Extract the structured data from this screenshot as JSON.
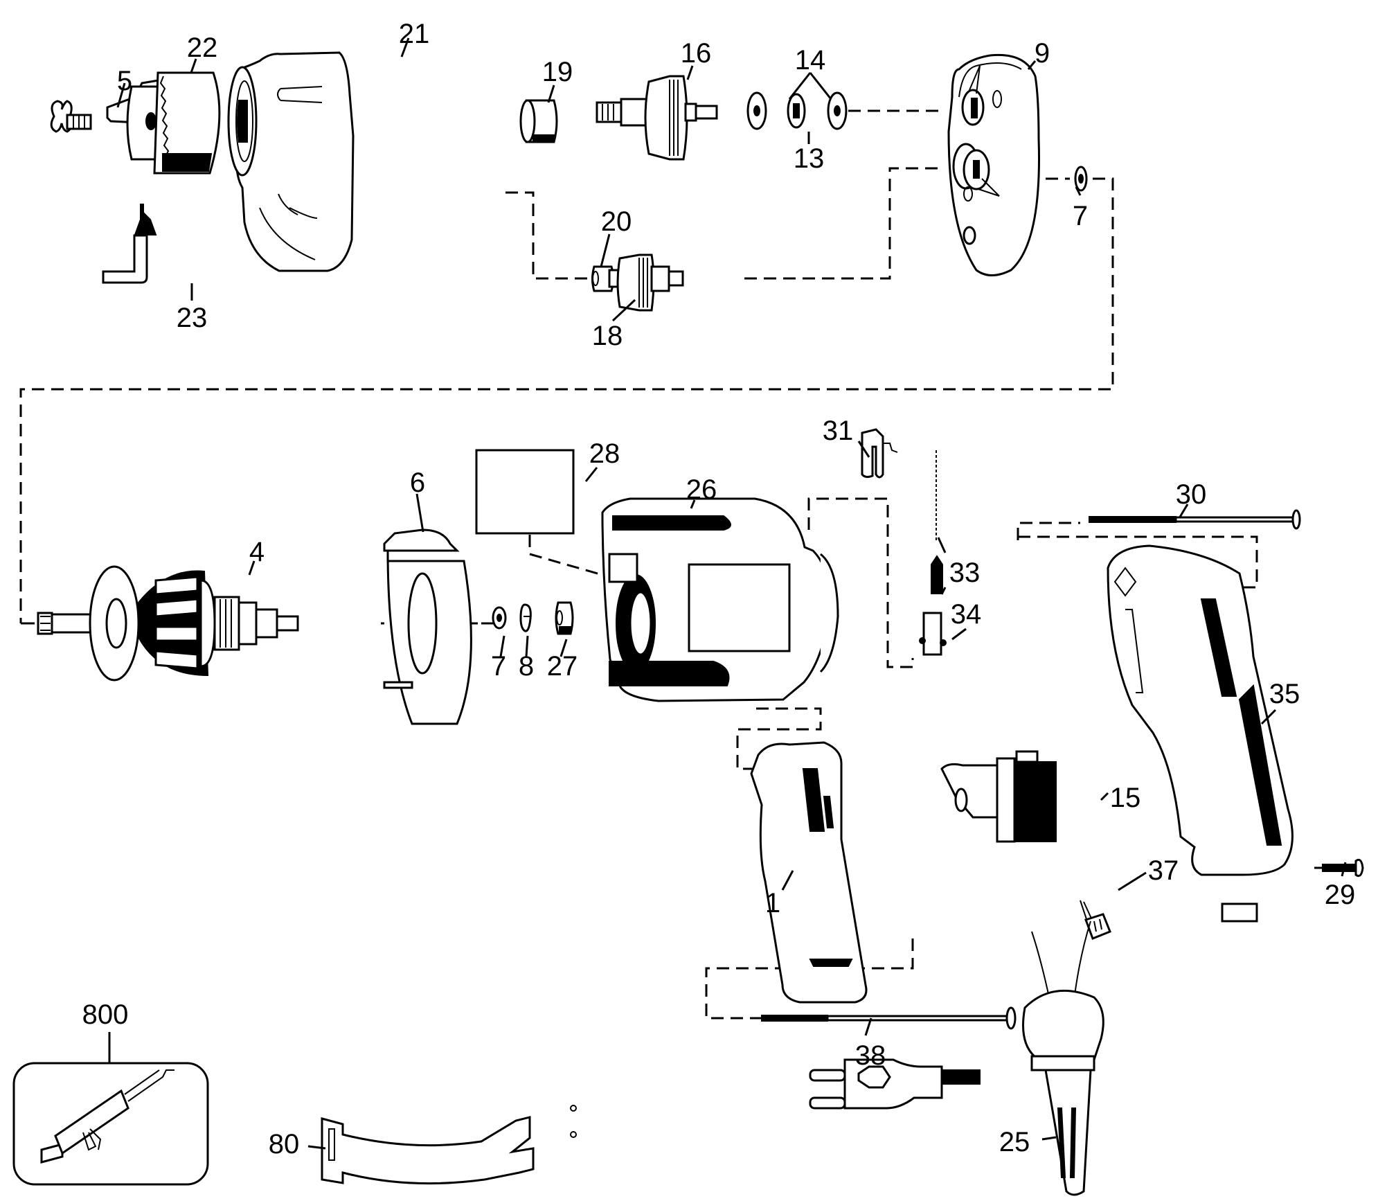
{
  "diagram": {
    "type": "exploded-parts-diagram",
    "subject": "power drill",
    "colors": {
      "ink": "#000000",
      "background": "#ffffff"
    },
    "parts": [
      {
        "id": "p5",
        "number": "5"
      },
      {
        "id": "p22",
        "number": "22"
      },
      {
        "id": "p21",
        "number": "21"
      },
      {
        "id": "p19",
        "number": "19"
      },
      {
        "id": "p16",
        "number": "16"
      },
      {
        "id": "p14",
        "number": "14"
      },
      {
        "id": "p13",
        "number": "13"
      },
      {
        "id": "p9",
        "number": "9"
      },
      {
        "id": "p7a",
        "number": "7"
      },
      {
        "id": "p23",
        "number": "23"
      },
      {
        "id": "p20",
        "number": "20"
      },
      {
        "id": "p18",
        "number": "18"
      },
      {
        "id": "p4",
        "number": "4"
      },
      {
        "id": "p6",
        "number": "6"
      },
      {
        "id": "p28",
        "number": "28"
      },
      {
        "id": "p26",
        "number": "26"
      },
      {
        "id": "p31",
        "number": "31"
      },
      {
        "id": "p33",
        "number": "33"
      },
      {
        "id": "p34",
        "number": "34"
      },
      {
        "id": "p30",
        "number": "30"
      },
      {
        "id": "p7b",
        "number": "7"
      },
      {
        "id": "p8",
        "number": "8"
      },
      {
        "id": "p27",
        "number": "27"
      },
      {
        "id": "p35",
        "number": "35"
      },
      {
        "id": "p15",
        "number": "15"
      },
      {
        "id": "p1",
        "number": "1"
      },
      {
        "id": "p37",
        "number": "37"
      },
      {
        "id": "p29",
        "number": "29"
      },
      {
        "id": "p38",
        "number": "38"
      },
      {
        "id": "p25",
        "number": "25"
      },
      {
        "id": "p800",
        "number": "800"
      },
      {
        "id": "p80",
        "number": "80"
      }
    ]
  }
}
